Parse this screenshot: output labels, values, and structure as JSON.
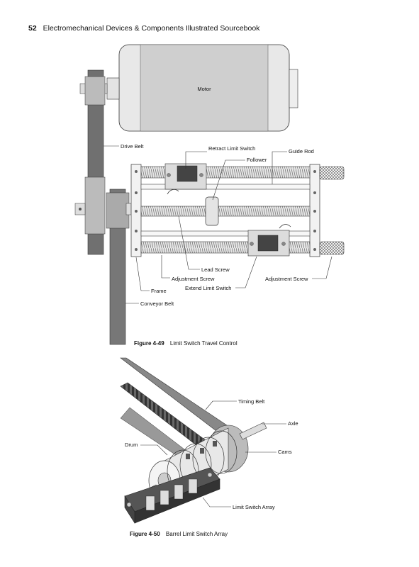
{
  "header": {
    "page_number": "52",
    "running_title": "Electromechanical Devices & Components Illustrated Sourcebook"
  },
  "figure_49": {
    "number": "Figure 4-49",
    "title": "Limit Switch Travel Control",
    "labels": {
      "motor": "Motor",
      "drive_belt": "Drive Belt",
      "retract_limit_switch": "Retract Limit Switch",
      "guide_rod": "Guide Rod",
      "follower": "Follower",
      "lead_screw": "Lead Screw",
      "adjustment_screw_left": "Adjustment Screw",
      "adjustment_screw_right": "Adjustment Screw",
      "extend_limit_switch": "Extend Limit Switch",
      "frame": "Frame",
      "conveyor_belt": "Conveyor Belt"
    }
  },
  "figure_50": {
    "number": "Figure 4-50",
    "title": "Barrel Limit Switch Array",
    "labels": {
      "timing_belt": "Timing Belt",
      "axle": "Axle",
      "drum": "Drum",
      "cams": "Cams",
      "limit_switch_array": "Limit Switch Array"
    }
  }
}
